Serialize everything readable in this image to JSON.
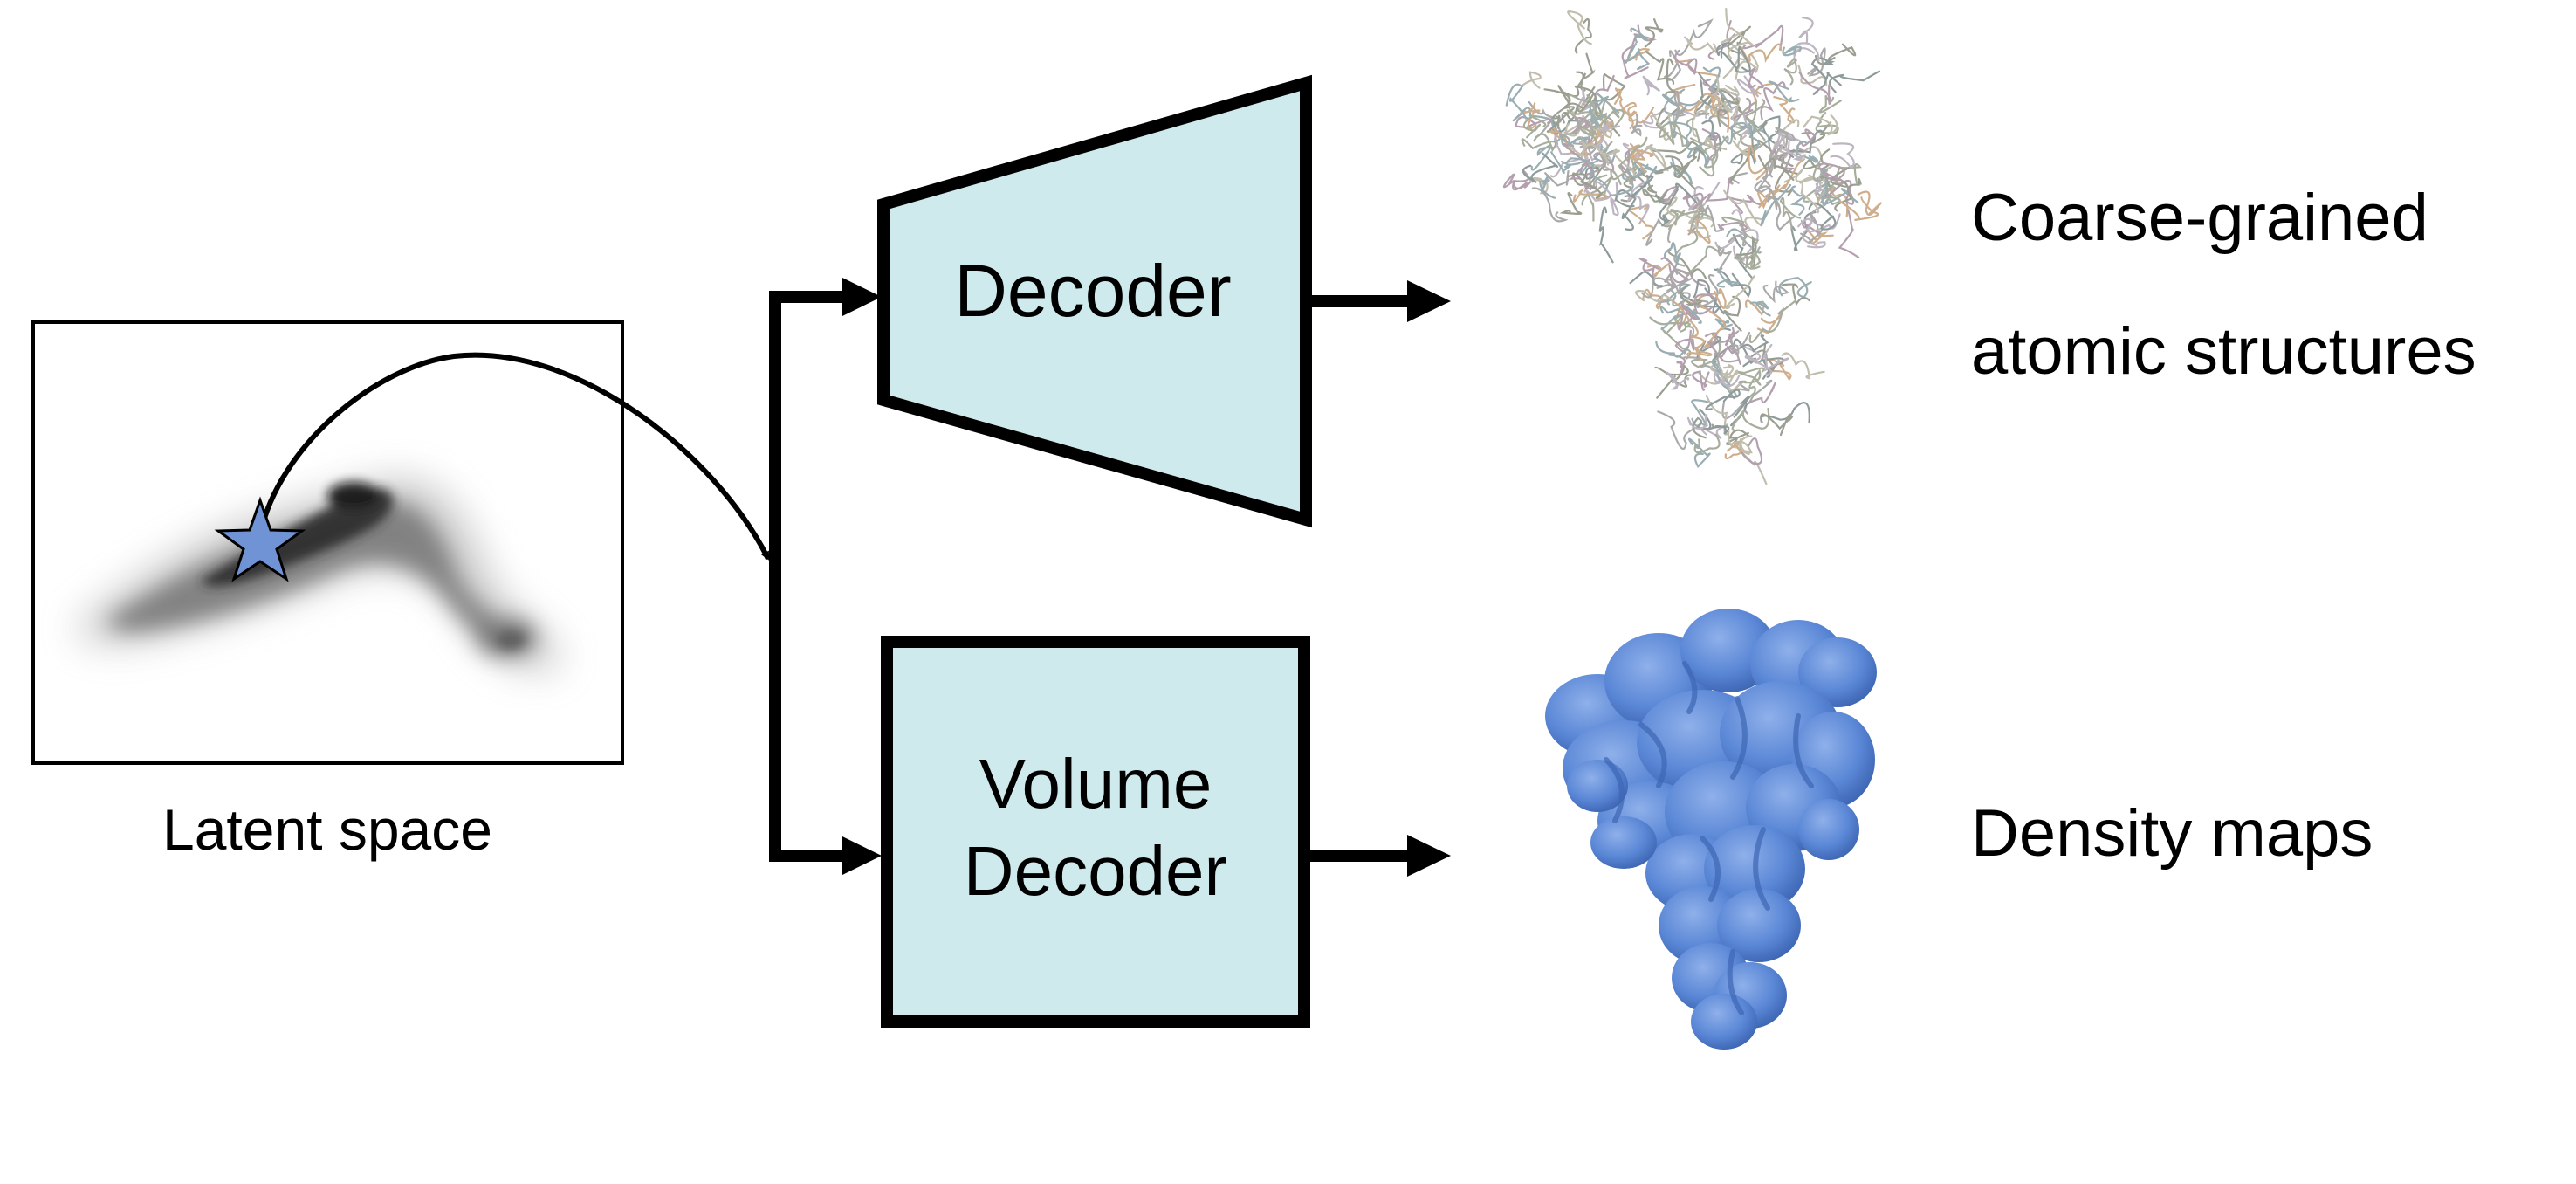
{
  "latent_space": {
    "label": "Latent space"
  },
  "decoder": {
    "label": "Decoder"
  },
  "volume_decoder": {
    "label_line1": "Volume",
    "label_line2": "Decoder"
  },
  "outputs": {
    "coarse_line1": "Coarse-grained",
    "coarse_line2": "atomic structures",
    "density": "Density maps"
  },
  "colors": {
    "box_fill": "#cfeaec",
    "stroke": "#000000",
    "star_fill": "#6f93d4",
    "density_blue": "#5a87d6",
    "density_shade": "#3d66b4"
  },
  "icons": {
    "marker": "star-icon",
    "structure": "molecule-ribbon-icon",
    "density": "density-map-icon"
  }
}
